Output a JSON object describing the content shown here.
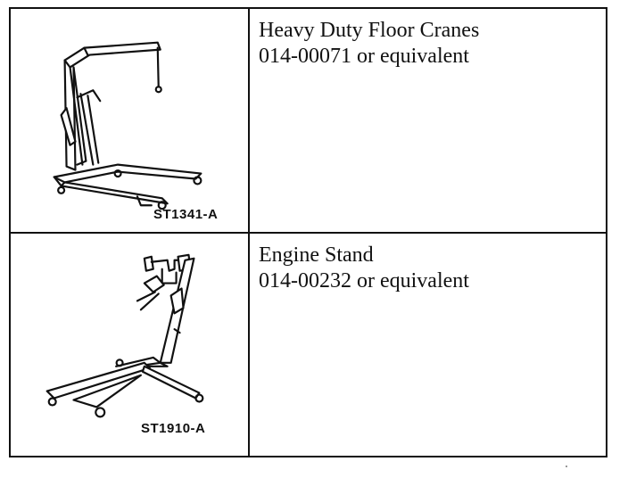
{
  "rows": [
    {
      "name": "Heavy Duty Floor Cranes",
      "part": "014-00071 or equivalent",
      "figure_code": "ST1341-A",
      "illustration": "floor-crane-icon"
    },
    {
      "name": "Engine Stand",
      "part": "014-00232 or equivalent",
      "figure_code": "ST1910-A",
      "illustration": "engine-stand-icon"
    }
  ]
}
